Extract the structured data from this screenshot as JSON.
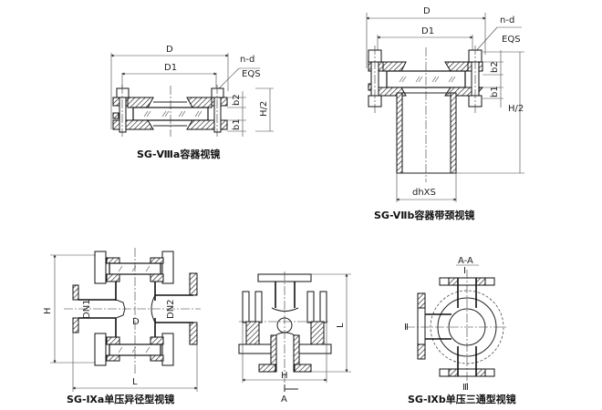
{
  "drawings": [
    {
      "id": "sg-viii-a",
      "caption": "SG-Ⅷa容器视镜",
      "dimensions": {
        "outer_diameter": "D",
        "bolt_circle": "D1",
        "bolts": "n-d",
        "bolt_spacing": "EQS",
        "upper_thickness": "b2",
        "lower_thickness": "b1",
        "height": "H/2"
      }
    },
    {
      "id": "sg-vii-b",
      "caption": "SG-VⅡb容器带颈视镜",
      "dimensions": {
        "outer_diameter": "D",
        "bolt_circle": "D1",
        "bolts": "n-d",
        "bolt_spacing": "EQS",
        "upper_thickness": "b2",
        "lower_thickness": "b1",
        "height": "H/2",
        "neck": "dhXS"
      }
    },
    {
      "id": "sg-ix-a",
      "caption": "SG-ⅨA单压异径型视镜",
      "dimensions": {
        "height": "H",
        "length": "L",
        "inlet": "DN1",
        "outlet": "DN2",
        "body": "D"
      }
    },
    {
      "id": "sg-ix-side",
      "caption": "",
      "dimensions": {
        "length": "L",
        "height": "H",
        "section": "A"
      }
    },
    {
      "id": "sg-ix-b",
      "caption": "SG-Ⅸb单压三通型视镜",
      "dimensions": {
        "section": "A-A",
        "port_1": "Ⅰ",
        "port_2": "Ⅱ",
        "port_3": "Ⅲ"
      }
    }
  ],
  "captions": {
    "c1": "SG-Ⅷa容器视镜",
    "c2": "SG-VⅡb容器带颈视镜",
    "c3": "SG-Ⅸa单压异径型视镜",
    "c4": "SG-Ⅸb单压三通型视镜"
  },
  "labels": {
    "D": "D",
    "D1": "D1",
    "nd": "n-d",
    "EQS": "EQS",
    "b1": "b1",
    "b2": "b2",
    "H2": "H/2",
    "dhXS": "dhXS",
    "H": "H",
    "L": "L",
    "DN1": "DN1",
    "DN2": "DN2",
    "A": "A",
    "AA": "A-A",
    "I": "Ⅰ",
    "II": "Ⅱ",
    "III": "Ⅲ"
  }
}
